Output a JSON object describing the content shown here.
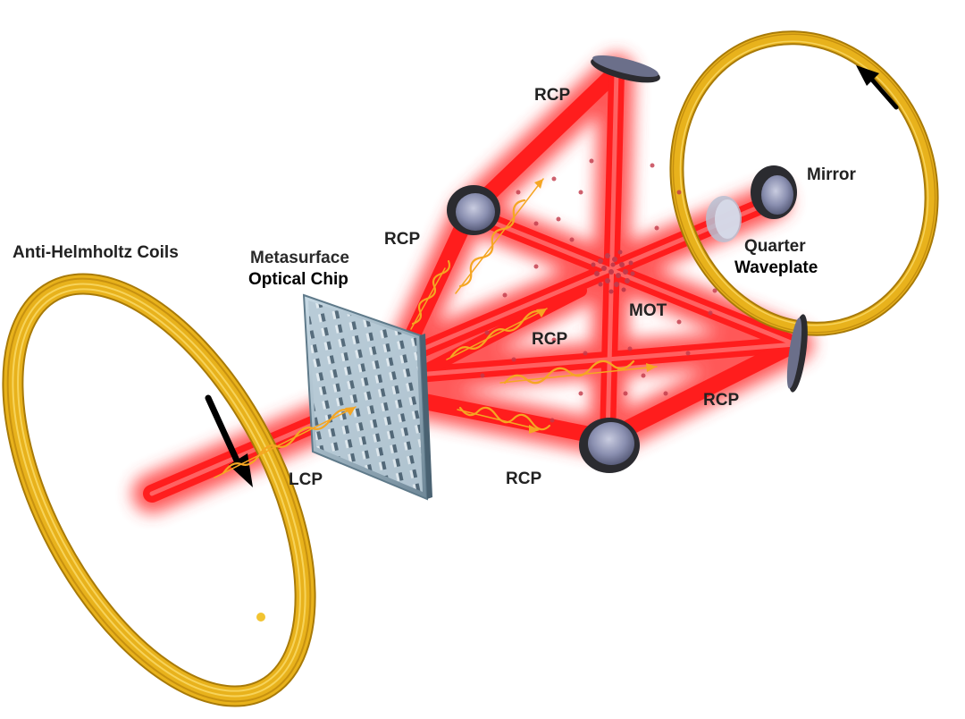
{
  "labels": {
    "coils": "Anti-Helmholtz Coils",
    "chip_line1": "Metasurface",
    "chip_line2": "Optical Chip",
    "lcp": "LCP",
    "rcp_top": "RCP",
    "rcp_left": "RCP",
    "rcp_mid": "RCP",
    "rcp_right": "RCP",
    "rcp_bottom": "RCP",
    "mot": "MOT",
    "mirror": "Mirror",
    "qwp_line1": "Quarter",
    "qwp_line2": "Waveplate"
  },
  "colors": {
    "laser": "#ff1a1a",
    "laser_glow": "#ff6666",
    "coil": "#e8b21c",
    "coil_dark": "#a87a08",
    "wave": "#f5a623",
    "chip": "#9fb6c4",
    "mirror_rim": "#2b2b30",
    "mirror_face": "#8a93b5",
    "atom": "#c23a4a",
    "arrow": "#000000"
  },
  "icons": [
    "coil-direction-arrow",
    "mirror",
    "waveplate",
    "metasurface-chip",
    "polarization-wave",
    "atom-cloud"
  ]
}
